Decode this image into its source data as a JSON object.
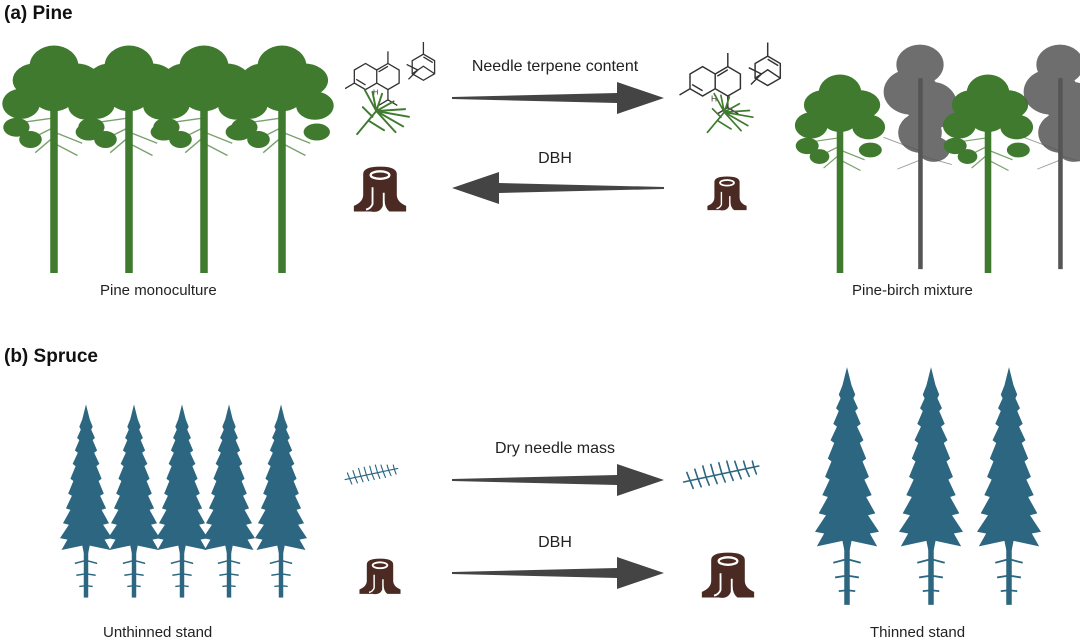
{
  "panels": [
    {
      "id": "a",
      "title": "(a) Pine",
      "left_caption": "Pine monoculture",
      "right_caption": "Pine-birch mixture",
      "left_stand": {
        "species": [
          "pine",
          "pine",
          "pine",
          "pine"
        ]
      },
      "right_stand": {
        "species": [
          "pine",
          "birch",
          "pine",
          "birch"
        ]
      },
      "comparisons": [
        {
          "label": "Needle terpene content",
          "direction": "left-to-right",
          "left_icon": "terpene-molecules-and-pine-needle-icon",
          "right_icon": "terpene-molecules-and-pine-needle-icon"
        },
        {
          "label": "DBH",
          "direction": "right-to-left",
          "left_icon": "tree-stump-icon-large",
          "right_icon": "tree-stump-icon-small"
        }
      ]
    },
    {
      "id": "b",
      "title": "(b) Spruce",
      "left_caption": "Unthinned stand",
      "right_caption": "Thinned stand",
      "left_stand": {
        "species": [
          "spruce",
          "spruce",
          "spruce",
          "spruce",
          "spruce"
        ]
      },
      "right_stand": {
        "species": [
          "spruce",
          "spruce",
          "spruce"
        ]
      },
      "comparisons": [
        {
          "label": "Dry needle mass",
          "direction": "left-to-right",
          "left_icon": "spruce-twig-icon-small",
          "right_icon": "spruce-twig-icon-large"
        },
        {
          "label": "DBH",
          "direction": "left-to-right",
          "left_icon": "tree-stump-icon-small",
          "right_icon": "tree-stump-icon-large"
        }
      ]
    }
  ],
  "colors": {
    "pine": "#3f7a2e",
    "birch": "#555555",
    "spruce": "#2c6681",
    "stump": "#4a2a22",
    "arrow": "#444444"
  }
}
